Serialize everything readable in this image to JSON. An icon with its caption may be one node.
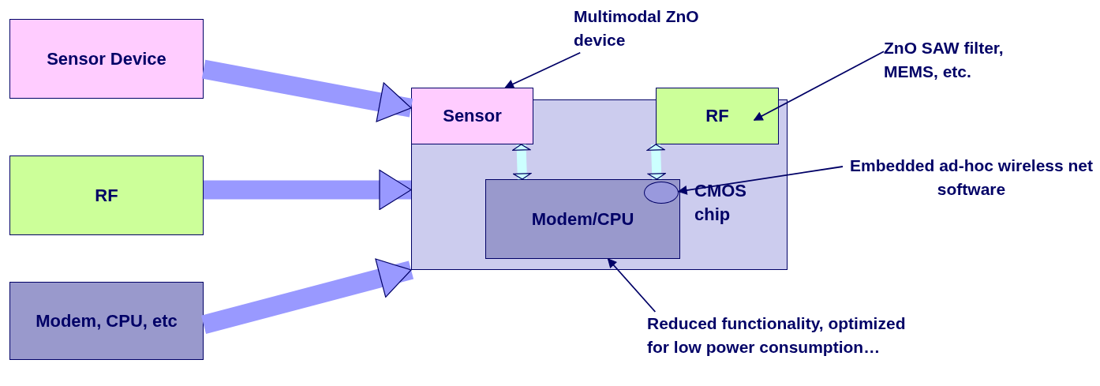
{
  "diagram": {
    "nodes": [
      {
        "text": [
          "Sensor Device"
        ]
      },
      {
        "text": [
          "RF"
        ]
      },
      {
        "text": [
          "Modem, CPU, etc"
        ]
      },
      {
        "text": [
          "CMOS chip"
        ]
      },
      {
        "text": [
          "Sensor"
        ]
      },
      {
        "text": [
          "RF"
        ]
      },
      {
        "text": [
          "Modem/CPU"
        ],
        "in": 3
      },
      {
        "text": [],
        "shape": "ellipse",
        "in": 6
      },
      {
        "text": [
          "Multimodal ZnO device"
        ]
      },
      {
        "text": [
          "ZnO SAW filter, MEMS, etc."
        ]
      },
      {
        "text": [
          "Embedded ad-hoc wireless net software"
        ]
      },
      {
        "text": [
          "Reduced functionality, optimized for low power consumption…"
        ]
      }
    ],
    "edges": [
      {
        "from": 0,
        "to": 3,
        "arrow": "to",
        "style": "thick",
        "color": "#9999ff"
      },
      {
        "from": 1,
        "to": 3,
        "arrow": "to",
        "style": "thick",
        "color": "#9999ff"
      },
      {
        "from": 2,
        "to": 3,
        "arrow": "to",
        "style": "thick",
        "color": "#9999ff"
      },
      {
        "from": 4,
        "to": 6,
        "arrow": "both",
        "color": "#ccffff"
      },
      {
        "from": 5,
        "to": 6,
        "arrow": "both",
        "color": "#ccffff"
      },
      {
        "from": 8,
        "to": 4,
        "arrow": "to"
      },
      {
        "from": 9,
        "to": 5,
        "arrow": "to"
      },
      {
        "from": 10,
        "to": 7,
        "arrow": "to"
      },
      {
        "from": 11,
        "to": 6,
        "arrow": "to"
      }
    ]
  }
}
